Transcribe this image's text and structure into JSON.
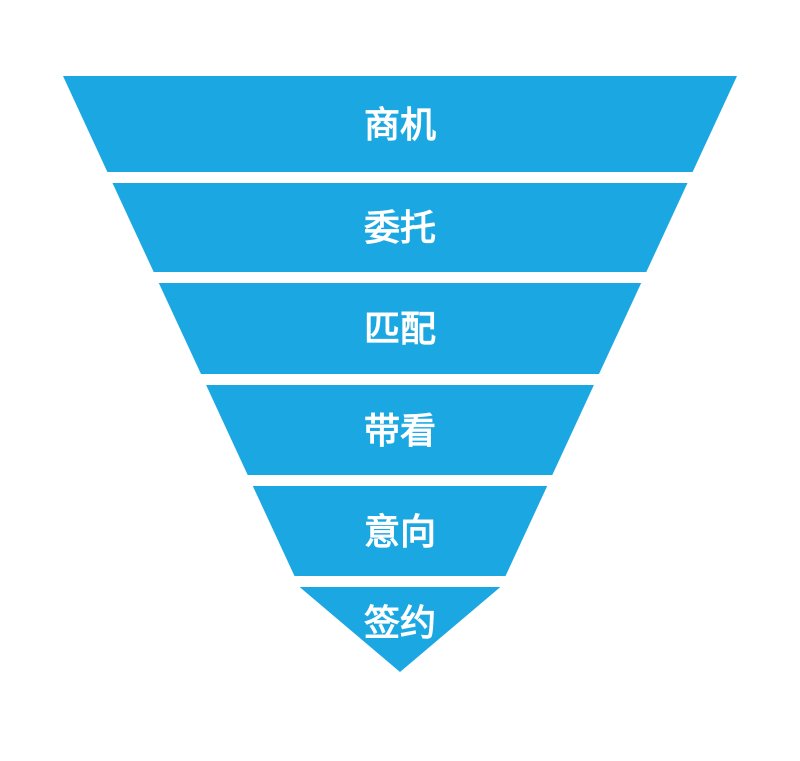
{
  "page": {
    "background_color": "#FFFFFF"
  },
  "funnel": {
    "fill_color": "#1BA7E2",
    "label_color": "#FFFFFF",
    "stages": [
      {
        "label": "商机"
      },
      {
        "label": "委托"
      },
      {
        "label": "匹配"
      },
      {
        "label": "带看"
      },
      {
        "label": "意向"
      },
      {
        "label": "签约"
      }
    ]
  },
  "chart_data": {
    "type": "funnel",
    "title": "",
    "categories": [
      "商机",
      "委托",
      "匹配",
      "带看",
      "意向",
      "签约"
    ],
    "segment_count": 6,
    "layout": {
      "orientation": "inverted-pyramid",
      "widest_stage": "商机",
      "narrowest_stage": "签约",
      "gaps_between_segments": true
    }
  }
}
